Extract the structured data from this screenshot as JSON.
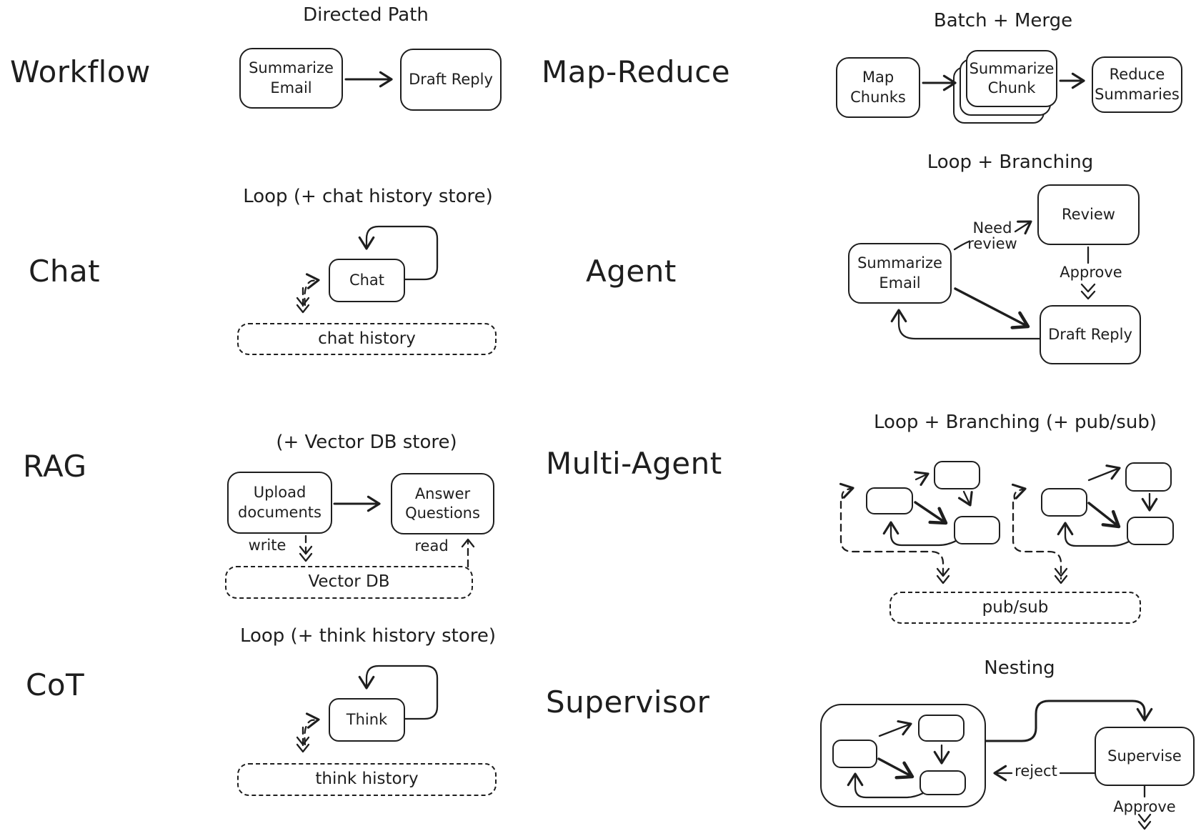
{
  "canvas": {
    "ink_color": "#1e1e1e",
    "background": "#ffffff"
  },
  "workflow": {
    "label": "Workflow",
    "title": "Directed Path",
    "node_a": "Summarize Email",
    "node_b": "Draft Reply"
  },
  "map_reduce": {
    "label": "Map-Reduce",
    "title": "Batch + Merge",
    "node_a": "Map Chunks",
    "node_b": "Summarize Chunk",
    "node_c": "Reduce Summaries"
  },
  "chat": {
    "label": "Chat",
    "title": "Loop (+ chat history store)",
    "node_a": "Chat",
    "store": "chat history"
  },
  "agent": {
    "label": "Agent",
    "title": "Loop + Branching",
    "node_a": "Summarize Email",
    "node_b": "Review",
    "node_c": "Draft Reply",
    "edge_need_review": "Need\nreview",
    "edge_approve": "Approve"
  },
  "rag": {
    "label": "RAG",
    "title": "(+ Vector DB store)",
    "node_a": "Upload documents",
    "node_b": "Answer Questions",
    "edge_write": "write",
    "edge_read": "read",
    "store": "Vector DB"
  },
  "multi_agent": {
    "label": "Multi-Agent",
    "title": "Loop + Branching (+ pub/sub)",
    "store": "pub/sub"
  },
  "cot": {
    "label": "CoT",
    "title": "Loop (+ think history store)",
    "node_a": "Think",
    "store": "think history"
  },
  "supervisor": {
    "label": "Supervisor",
    "title": "Nesting",
    "node_a": "Supervise",
    "edge_reject": "reject",
    "edge_approve": "Approve"
  }
}
